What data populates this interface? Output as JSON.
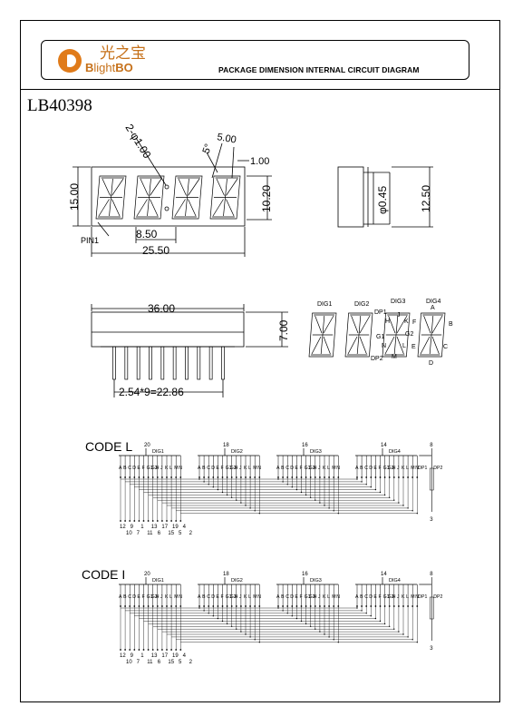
{
  "header": {
    "title": "PACKAGE DIMENSION INTERNAL CIRCUIT DIAGRAM",
    "logo_cn": "光之宝",
    "logo_en_b": "B",
    "logo_en_light": "light",
    "logo_en_bo": "BO"
  },
  "part_number": "LB40398",
  "front": {
    "hole": "2-φ1.00",
    "angle": "5°",
    "seg_width": "5.00",
    "seg_thick": "1.00",
    "height": "15.00",
    "digit_height": "10.20",
    "pitch": "8.50",
    "width": "25.50",
    "pin1": "PIN1"
  },
  "side": {
    "pin_dia": "φ0.45",
    "depth": "12.50"
  },
  "bottom": {
    "length": "36.00",
    "height": "7.00",
    "pin_span": "2.54*9=22.86"
  },
  "segment_map": {
    "digits": [
      "DIG1",
      "DIG2",
      "DIG3",
      "DIG4"
    ],
    "labels": [
      "A",
      "B",
      "C",
      "D",
      "E",
      "F",
      "G1",
      "G2",
      "H",
      "J",
      "K",
      "L",
      "M",
      "N",
      "DP1",
      "DP2"
    ]
  },
  "circuits": [
    {
      "title": "CODE  L",
      "digit_labels": [
        "DIG1",
        "DIG2",
        "DIG3",
        "DIG4"
      ],
      "common_pins": [
        "20",
        "18",
        "16",
        "14",
        "8"
      ],
      "segments": [
        "A",
        "B",
        "C",
        "D",
        "E",
        "F",
        "G1",
        "G2",
        "H",
        "J",
        "K",
        "L",
        "M",
        "N"
      ],
      "dp_labels": [
        "DP1",
        "DP2"
      ],
      "bottom_pins_top": [
        "12",
        "9",
        "1",
        "13",
        "17",
        "19",
        "4"
      ],
      "bottom_pins_bottom": [
        "10",
        "7",
        "11",
        "6",
        "15",
        "5",
        "2"
      ],
      "dp_pin": "3"
    },
    {
      "title": "CODE  I",
      "digit_labels": [
        "DIG1",
        "DIG2",
        "DIG3",
        "DIG4"
      ],
      "common_pins": [
        "20",
        "18",
        "16",
        "14",
        "8"
      ],
      "segments": [
        "A",
        "B",
        "C",
        "D",
        "E",
        "F",
        "G1",
        "G2",
        "H",
        "J",
        "K",
        "L",
        "M",
        "N"
      ],
      "dp_labels": [
        "DP1",
        "DP2"
      ],
      "bottom_pins_top": [
        "12",
        "9",
        "1",
        "13",
        "17",
        "19",
        "4"
      ],
      "bottom_pins_bottom": [
        "10",
        "7",
        "11",
        "6",
        "15",
        "5",
        "2"
      ],
      "dp_pin": "3"
    }
  ]
}
